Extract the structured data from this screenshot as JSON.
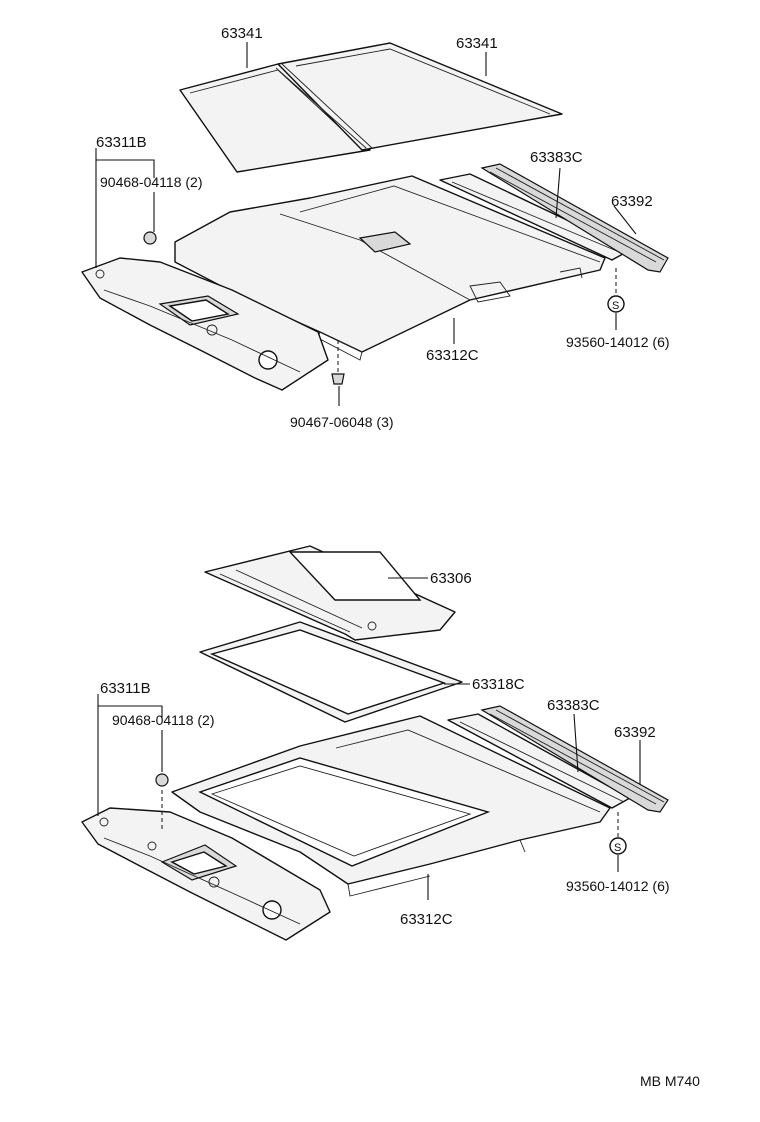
{
  "top_diagram": {
    "labels": {
      "sheet_left": "63341",
      "sheet_right": "63341",
      "rear_panel": "63311B",
      "clip_upper": "90468-04118 (2)",
      "side_rail": "63383C",
      "trim_strip": "63392",
      "headliner": "63312C",
      "fastener": "93560-14012 (6)",
      "screw": "90467-06048 (3)"
    },
    "s_marker": "S"
  },
  "bottom_diagram": {
    "labels": {
      "sunroof_panel": "63306",
      "frame": "63318C",
      "rear_panel": "63311B",
      "clip_upper": "90468-04118 (2)",
      "side_rail": "63383C",
      "trim_strip": "63392",
      "headliner": "63312C",
      "fastener": "93560-14012 (6)"
    },
    "s_marker": "S"
  },
  "page_code": "MB M740"
}
